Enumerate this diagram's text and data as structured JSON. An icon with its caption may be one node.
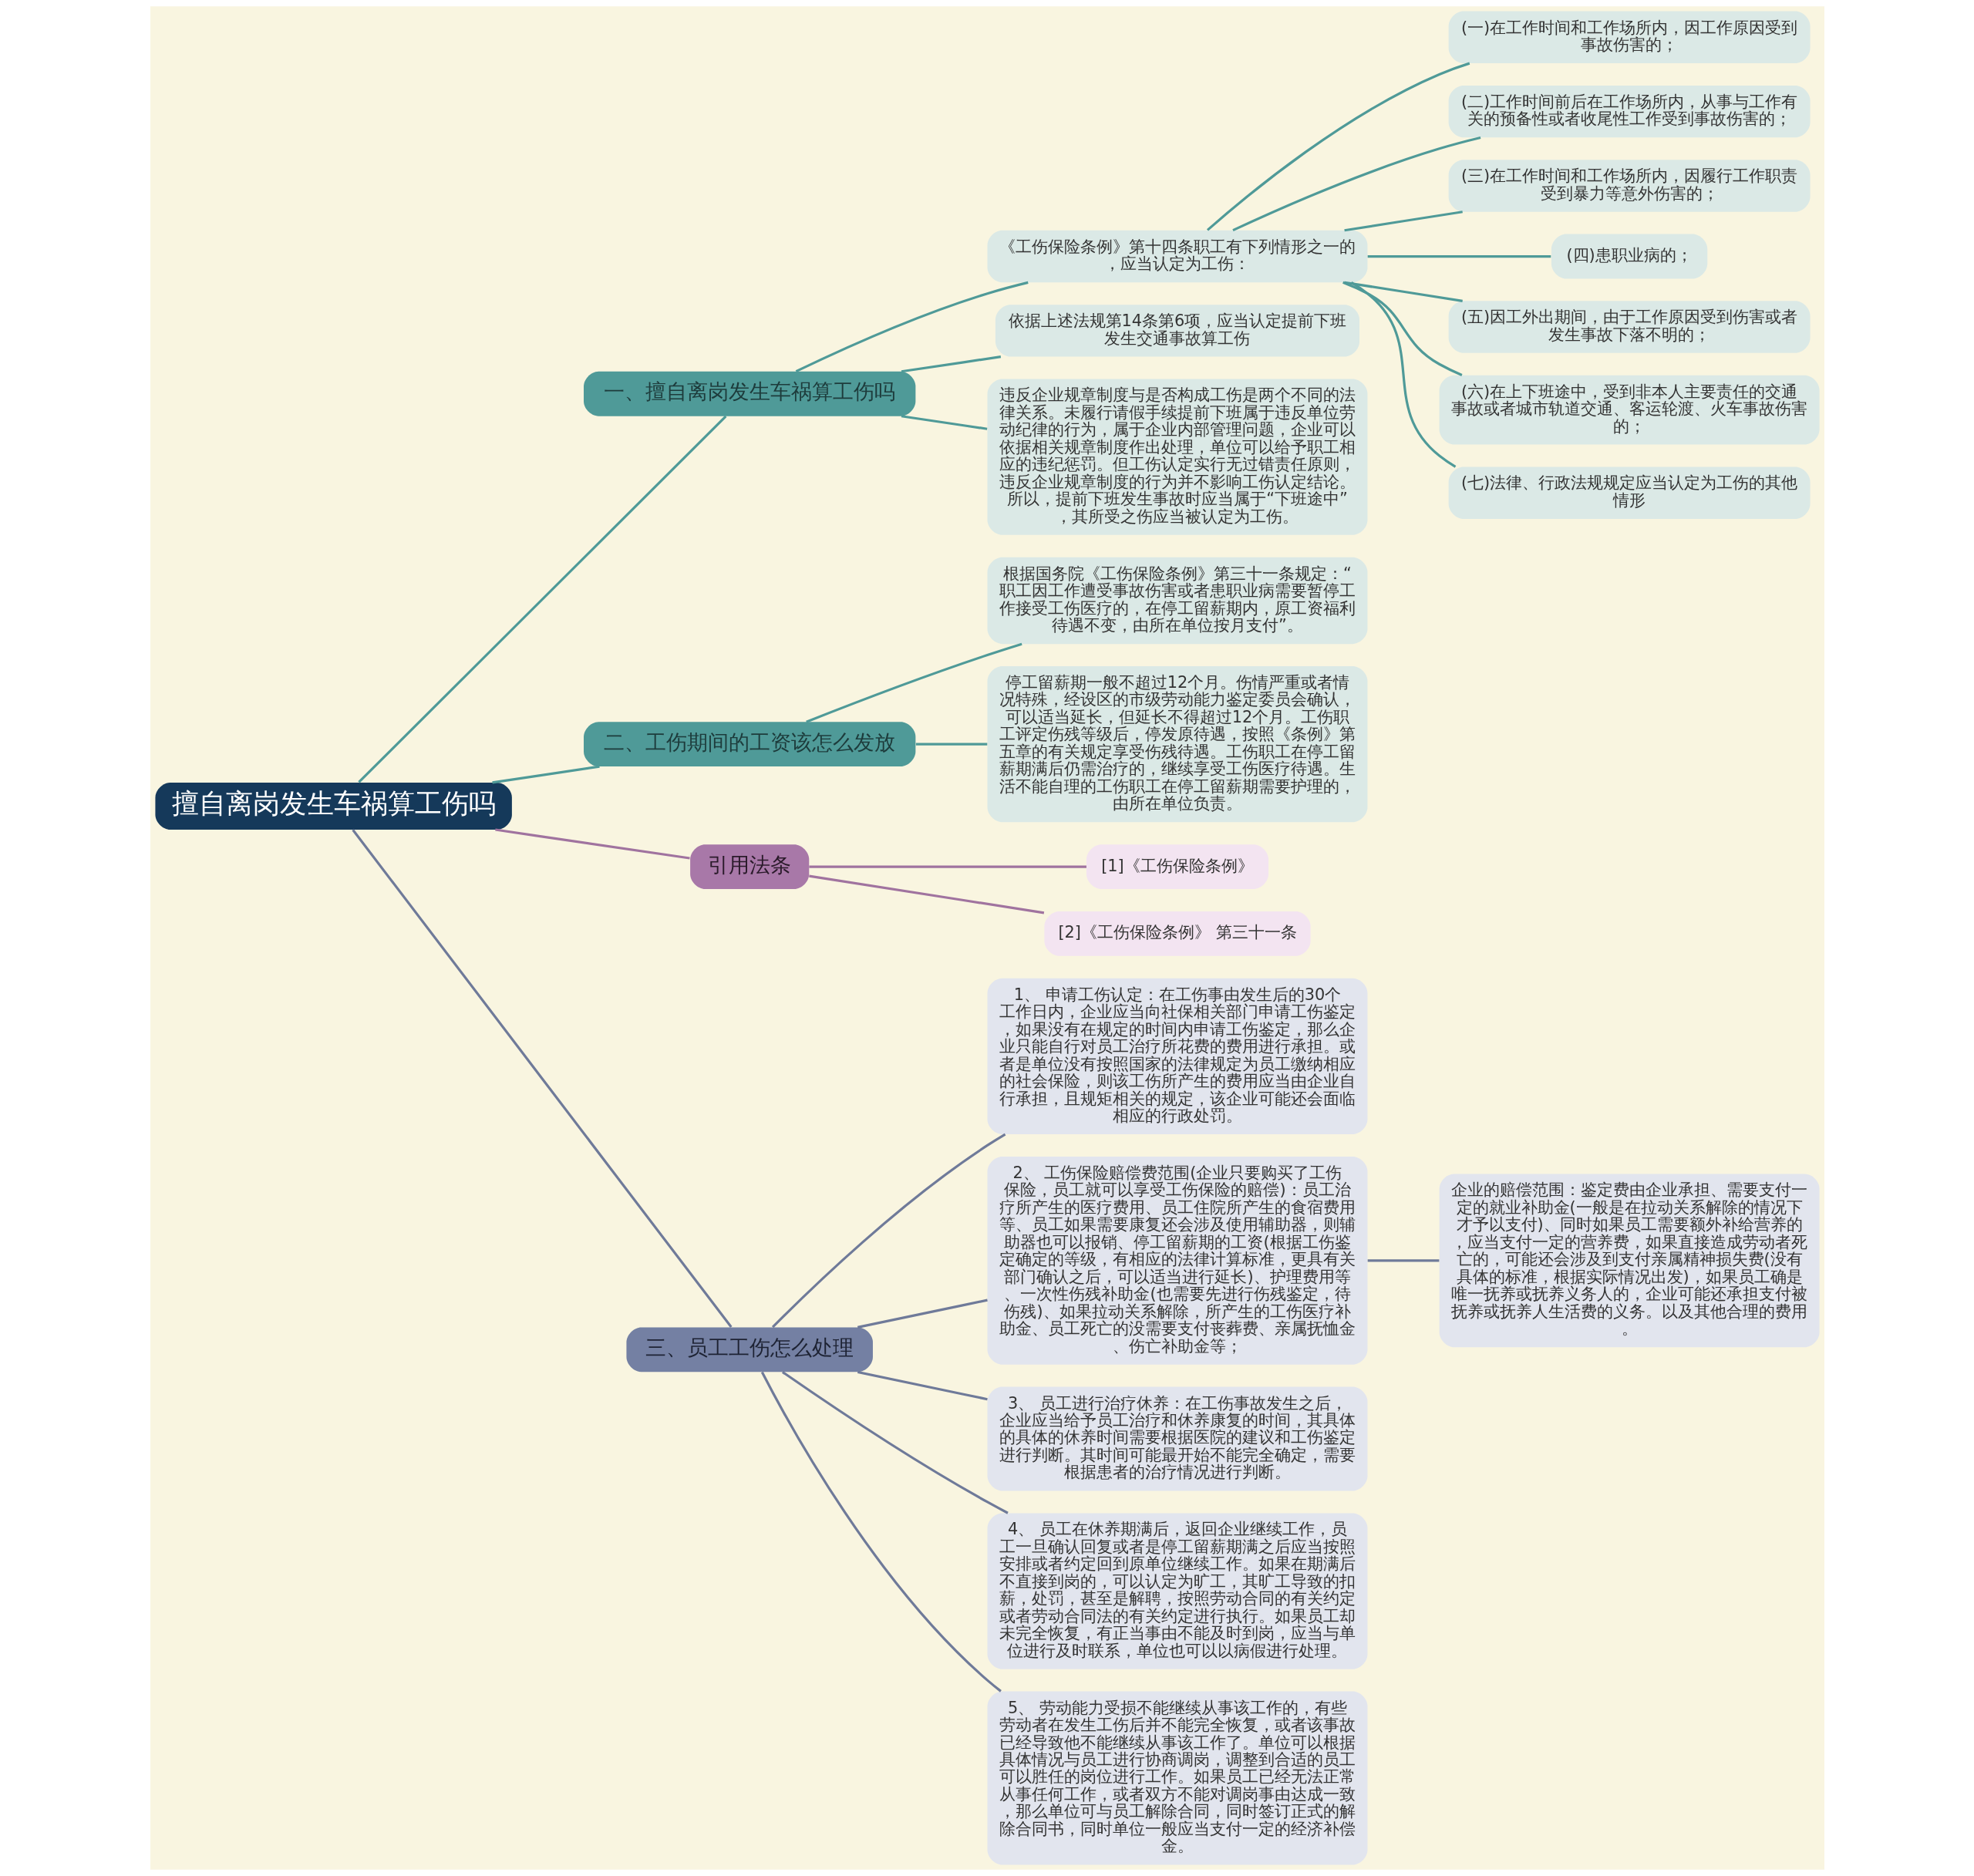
{
  "diagram": {
    "nodes": [
      {
        "text": [
          "擅自离岗发生车祸算工伤吗"
        ]
      },
      {
        "text": [
          "一、擅自离岗发生车祸算工伤吗"
        ]
      },
      {
        "text": [
          "《工伤保险条例》第十四条职工有下列情形之一的，应当认定为工伤："
        ]
      },
      {
        "text": [
          "(一)在工作时间和工作场所内，因工作原因受到事故伤害的；"
        ]
      },
      {
        "text": [
          "(二)工作时间前后在工作场所内，从事与工作有关的预备性或者收尾性工作受到事故伤害的；"
        ]
      },
      {
        "text": [
          "(三)在工作时间和工作场所内，因履行工作职责受到暴力等意外伤害的；"
        ]
      },
      {
        "text": [
          "(四)患职业病的；"
        ]
      },
      {
        "text": [
          "(五)因工外出期间，由于工作原因受到伤害或者发生事故下落不明的；"
        ]
      },
      {
        "text": [
          "(六)在上下班途中，受到非本人主要责任的交通事故或者城市轨道交通、客运轮渡、火车事故伤害的；"
        ]
      },
      {
        "text": [
          "(七)法律、行政法规规定应当认定为工伤的其他情形"
        ]
      },
      {
        "text": [
          "依据上述法规第14条第6项，应当认定提前下班发生交通事故算工伤"
        ]
      },
      {
        "text": [
          "违反企业规章制度与是否构成工伤是两个不同的法律关系。未履行请假手续提前下班属于违反单位劳动纪律的行为，属于企业内部管理问题，企业可以依据相关规章制度作出处理，单位可以给予职工相应的违纪惩罚。但工伤认定实行无过错责任原则，违反企业规章制度的行为并不影响工伤认定结论。所以，提前下班发生事故时应当属于“下班途中”，其所受之伤应当被认定为工伤。"
        ]
      },
      {
        "text": [
          "二、工伤期间的工资该怎么发放"
        ]
      },
      {
        "text": [
          "根据国务院《工伤保险条例》第三十一条规定：“职工因工作遭受事故伤害或者患职业病需要暂停工作接受工伤医疗的，在停工留薪期内，原工资福利待遇不变，由所在单位按月支付”。"
        ]
      },
      {
        "text": [
          "停工留薪期一般不超过12个月。伤情严重或者情况特殊，经设区的市级劳动能力鉴定委员会确认，可以适当延长，但延长不得超过12个月。工伤职工评定伤残等级后，停发原待遇，按照《条例》第五章的有关规定享受伤残待遇。工伤职工在停工留薪期满后仍需治疗的，继续享受工伤医疗待遇。生活不能自理的工伤职工在停工留薪期需要护理的，由所在单位负责。"
        ]
      },
      {
        "text": [
          "引用法条"
        ]
      },
      {
        "text": [
          "[1]《工伤保险条例》"
        ]
      },
      {
        "text": [
          "[2]《工伤保险条例》 第三十一条"
        ]
      },
      {
        "text": [
          "三、员工工伤怎么处理"
        ]
      },
      {
        "text": [
          "1、 申请工伤认定：在工伤事由发生后的30个工作日内，企业应当向社保相关部门申请工伤鉴定，如果没有在规定的时间内申请工伤鉴定，那么企业只能自行对员工治疗所花费的费用进行承担。或者是单位没有按照国家的法律规定为员工缴纳相应的社会保险，则该工伤所产生的费用应当由企业自行承担，且规矩相关的规定，该企业可能还会面临相应的行政处罚。"
        ]
      },
      {
        "text": [
          "2、 工伤保险赔偿费范围(企业只要购买了工伤保险，员工就可以享受工伤保险的赔偿)：员工治疗所产生的医疗费用、员工住院所产生的食宿费用等、员工如果需要康复还会涉及使用辅助器，则辅助器也可以报销、停工留薪期的工资(根据工伤鉴定确定的等级，有相应的法律计算标准，更具有关部门确认之后，可以适当进行延长)、护理费用等、一次性伤残补助金(也需要先进行伤残鉴定，待伤残)、如果拉动关系解除，所产生的工伤医疗补助金、员工死亡的没需要支付丧葬费、亲属抚恤金、伤亡补助金等；"
        ]
      },
      {
        "text": [
          "企业的赔偿范围：鉴定费由企业承担、需要支付一定的就业补助金(一般是在拉动关系解除的情况下才予以支付)、同时如果员工需要额外补给营养的，应当支付一定的营养费，如果直接造成劳动者死亡的，可能还会涉及到支付亲属精神损失费(没有具体的标准，根据实际情况出发)，如果员工确是唯一抚养或抚养义务人的，企业可能还承担支付被抚养或抚养人生活费的义务。以及其他合理的费用。"
        ]
      },
      {
        "text": [
          "3、 员工进行治疗休养：在工伤事故发生之后，企业应当给予员工治疗和休养康复的时间，其具体的具体的休养时间需要根据医院的建议和工伤鉴定进行判断。其时间可能最开始不能完全确定，需要根据患者的治疗情况进行判断。"
        ]
      },
      {
        "text": [
          "4、 员工在休养期满后，返回企业继续工作，员工一旦确认回复或者是停工留薪期满之后应当按照安排或者约定回到原单位继续工作。如果在期满后不直接到岗的，可以认定为旷工，其旷工导致的扣薪，处罚，甚至是解聘，按照劳动合同的有关约定或者劳动合同法的有关约定进行执行。如果员工却未完全恢复，有正当事由不能及时到岗，应当与单位进行及时联系，单位也可以以病假进行处理。"
        ]
      },
      {
        "text": [
          "5、 劳动能力受损不能继续从事该工作的，有些劳动者在发生工伤后并不能完全恢复，或者该事故已经导致他不能继续从事该工作了。单位可以根据具体情况与员工进行协商调岗，调整到合适的员工可以胜任的岗位进行工作。如果员工已经无法正常从事任何工作，或者双方不能对调岗事由达成一致，那么单位可与员工解除合同，同时签订正式的解除合同书，同时单位一般应当支付一定的经济补偿金。"
        ]
      }
    ],
    "edges": [
      {
        "from": 0,
        "to": 1,
        "arrow": "none"
      },
      {
        "from": 1,
        "to": 2,
        "arrow": "none"
      },
      {
        "from": 2,
        "to": 3,
        "arrow": "none"
      },
      {
        "from": 2,
        "to": 4,
        "arrow": "none"
      },
      {
        "from": 2,
        "to": 5,
        "arrow": "none"
      },
      {
        "from": 2,
        "to": 6,
        "arrow": "none"
      },
      {
        "from": 2,
        "to": 7,
        "arrow": "none"
      },
      {
        "from": 2,
        "to": 8,
        "arrow": "none"
      },
      {
        "from": 2,
        "to": 9,
        "arrow": "none"
      },
      {
        "from": 1,
        "to": 10,
        "arrow": "none"
      },
      {
        "from": 1,
        "to": 11,
        "arrow": "none"
      },
      {
        "from": 0,
        "to": 12,
        "arrow": "none"
      },
      {
        "from": 12,
        "to": 13,
        "arrow": "none"
      },
      {
        "from": 12,
        "to": 14,
        "arrow": "none"
      },
      {
        "from": 0,
        "to": 15,
        "arrow": "none",
        "color": "#a0739f"
      },
      {
        "from": 15,
        "to": 16,
        "arrow": "none",
        "color": "#a0739f"
      },
      {
        "from": 15,
        "to": 17,
        "arrow": "none",
        "color": "#a0739f"
      },
      {
        "from": 0,
        "to": 18,
        "arrow": "none",
        "color": "#6f7a99"
      },
      {
        "from": 18,
        "to": 19,
        "arrow": "none",
        "color": "#6f7a99"
      },
      {
        "from": 18,
        "to": 20,
        "arrow": "none",
        "color": "#6f7a99"
      },
      {
        "from": 20,
        "to": 21,
        "arrow": "none",
        "color": "#6f7a99"
      },
      {
        "from": 18,
        "to": 22,
        "arrow": "none",
        "color": "#6f7a99"
      },
      {
        "from": 18,
        "to": 23,
        "arrow": "none",
        "color": "#6f7a99"
      },
      {
        "from": 18,
        "to": 24,
        "arrow": "none",
        "color": "#6f7a99"
      }
    ]
  }
}
